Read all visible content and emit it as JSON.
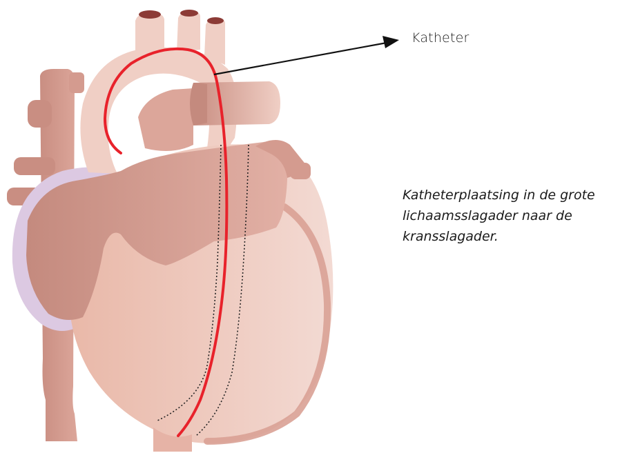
{
  "labels": {
    "catheter": "Katheter",
    "caption": "Katheterplaatsing in de grote lichaamsslagader naar de kransslagader."
  },
  "colors": {
    "catheter_line": "#e8222b",
    "tissue_dark": "#c98e82",
    "tissue_mid": "#dca69a",
    "tissue_light": "#f0cfc5",
    "tissue_pale": "#f6dcd4",
    "pericardium": "#dcc9e2",
    "vessel_lumen": "#8c3b36",
    "pointer": "#111111"
  },
  "icons": [
    "heart-illustration",
    "arrow-pointer"
  ]
}
